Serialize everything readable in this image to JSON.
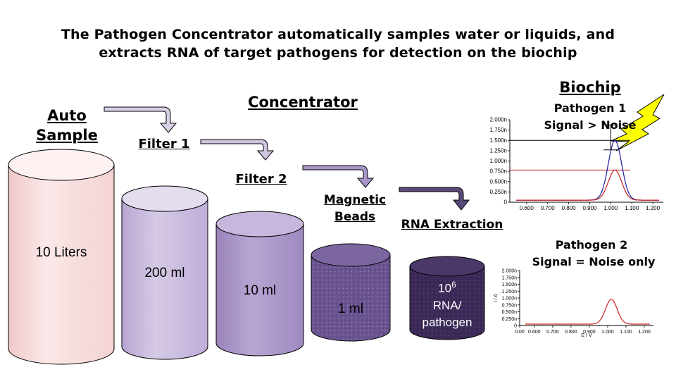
{
  "title": {
    "line1": "The Pathogen Concentrator automatically samples water or liquids, and",
    "line2": "extracts RNA of target pathogens for detection on the biochip"
  },
  "labels": {
    "auto": "Auto",
    "sample": "Sample",
    "concentrator": "Concentrator",
    "filter1": "Filter 1",
    "filter2": "Filter 2",
    "magnetic": "Magnetic",
    "beads": "Beads",
    "rna_extraction": "RNA Extraction",
    "biochip": "Biochip",
    "pathogen1": "Pathogen 1",
    "signal_gt_noise": "Signal > Noise",
    "pathogen2": "Pathogen 2",
    "signal_eq_noise": "Signal = Noise  only"
  },
  "cylinders": [
    {
      "label": "10 Liters",
      "color": "#f6dada"
    },
    {
      "label": "200 ml",
      "color": "#c8b8dc"
    },
    {
      "label": "10 ml",
      "color": "#a995c8"
    },
    {
      "label": "1 ml",
      "color": "#6c5590"
    },
    {
      "label_base": "10",
      "label_exp": "6",
      "label_line2": "RNA/",
      "label_line3": "pathogen",
      "color": "#3e2c5c"
    }
  ],
  "chart_data": [
    {
      "type": "line",
      "title": "",
      "y_ticks": [
        "2.000n",
        "1.750n",
        "1.500n",
        "1.250n",
        "1.000n",
        "0.750n",
        "0.500n",
        "0.250n",
        "0"
      ],
      "x_ticks": [
        "0.600",
        "0.700",
        "0.800",
        "0.900",
        "1.000",
        "1.100",
        "1.200"
      ],
      "ylim": [
        0,
        2.0
      ],
      "xlim": [
        0.52,
        1.25
      ],
      "series": [
        {
          "color": "#1a1aa0",
          "peak_x": 1.02,
          "peak_y": 1.5,
          "baseline": 0.05
        },
        {
          "color": "#cc2020",
          "peak_x": 1.02,
          "peak_y": 0.78,
          "baseline": 0.05
        }
      ],
      "reference_lines": [
        1.5,
        0.78
      ]
    },
    {
      "type": "line",
      "title": "",
      "xlabel": "E / V",
      "ylabel": "i / A",
      "y_ticks": [
        "2.000n",
        "1.750n",
        "1.500n",
        "1.250n",
        "1.000n",
        "0.750n",
        "0.500n",
        "0.250n",
        "0"
      ],
      "x_ticks": [
        "0.00",
        "0.600",
        "0.700",
        "0.800",
        "0.900",
        "1.000",
        "1.100",
        "1.200"
      ],
      "ylim": [
        0,
        2.0
      ],
      "series": [
        {
          "color": "#cc2020",
          "peak_x": 1.02,
          "peak_y": 0.95,
          "baseline": 0.05
        }
      ]
    }
  ],
  "colors": {
    "arrow_light": "#d9d0e6",
    "arrow_dark": "#5a4a78",
    "lightning": "#ffff00"
  }
}
